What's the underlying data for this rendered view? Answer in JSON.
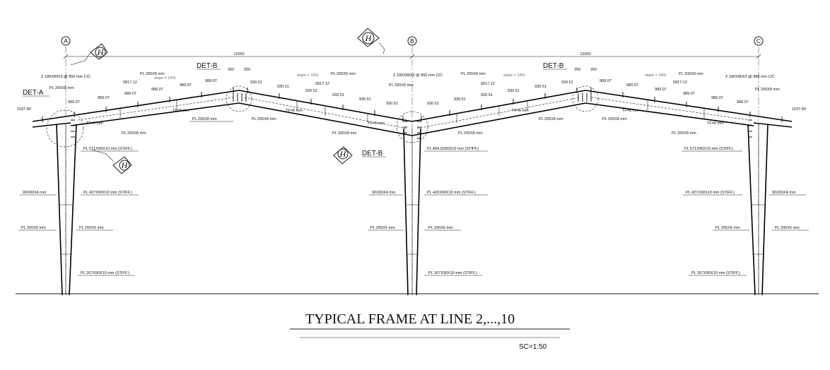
{
  "title": "TYPICAL FRAME AT LINE  2,...,10",
  "scale": "SC=1:50",
  "grid": {
    "a": "A",
    "b": "B",
    "c": "C"
  },
  "bay_dims": {
    "left": "12000",
    "right": "12000"
  },
  "details": {
    "det_a": "DET-A",
    "det_b": "DET-B",
    "det_h": "H"
  },
  "purlin_spacing": "250",
  "labels": {
    "z_purlin": "Z 180X80X3 @ 850 mm C/C",
    "z_purlin_right": "Z 180X80X3 @ 989 mm C/C",
    "pl_200x8": "PL 200X8 mm",
    "pl_200x6": "PL 200X6 mm",
    "slope": "slope = 15%",
    "dim_5817": "5817.12",
    "dim_989": "989.07",
    "dim_930": "930.51",
    "dim_1037": "1037.80",
    "web_tf6": "TF=6 mm",
    "web_tf8": "TF=8 mm",
    "stiff_571": "PL 571X90X10 mm (STIFF.)",
    "stiff_864": "PL 864.9X90X10 mm (STIFF.)",
    "stiff_427": "PL 427X90X10 mm (STIFF.)",
    "stiff_420": "PL 420X90X10 mm (STIFF.)",
    "stiff_267": "PL 267X90X10 mm (STIFF.)",
    "brace": "90X90X4 mm",
    "brace_col": "TF=6 mm"
  },
  "colors": {
    "line": "#1a1a1a",
    "background": "#ffffff"
  },
  "icons": [
    "detail-h-marker",
    "grid-bubble"
  ]
}
